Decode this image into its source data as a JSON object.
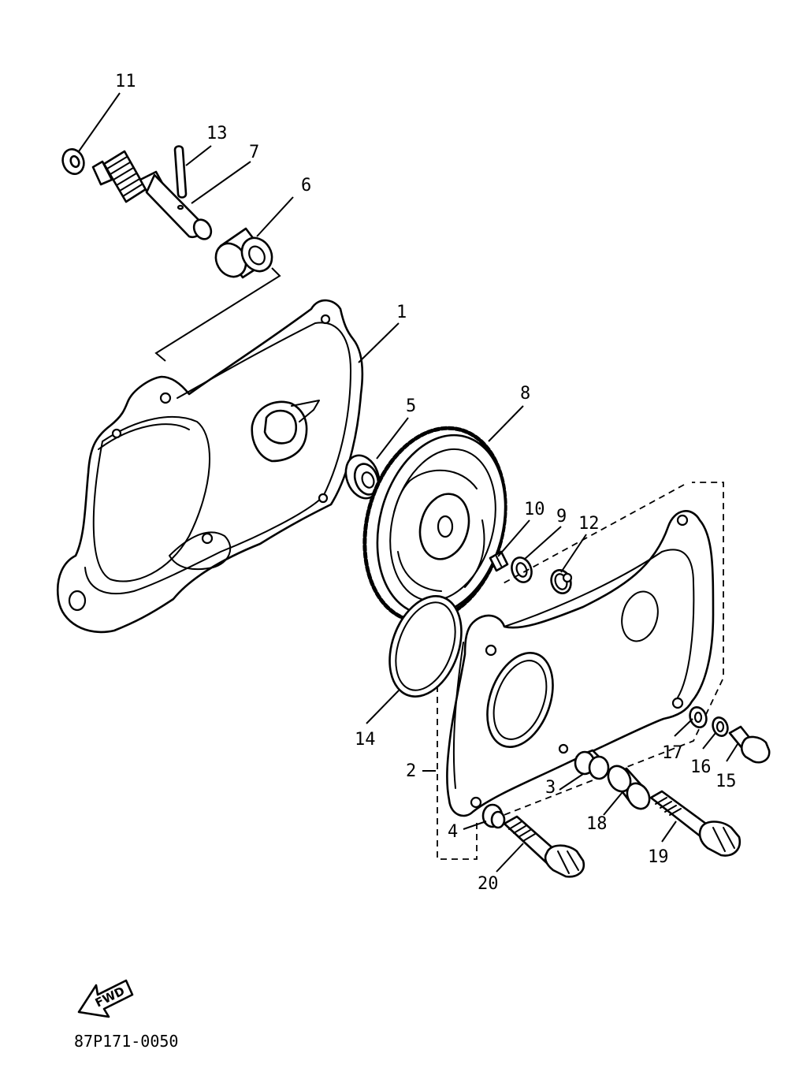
{
  "diagram": {
    "reference_code": "87P171-0050",
    "direction_arrow_text": "FWD",
    "callouts": [
      "11",
      "13",
      "7",
      "6",
      "1",
      "5",
      "8",
      "10",
      "9",
      "12",
      "14",
      "2",
      "3",
      "4",
      "17",
      "16",
      "15",
      "18",
      "19",
      "20"
    ]
  }
}
